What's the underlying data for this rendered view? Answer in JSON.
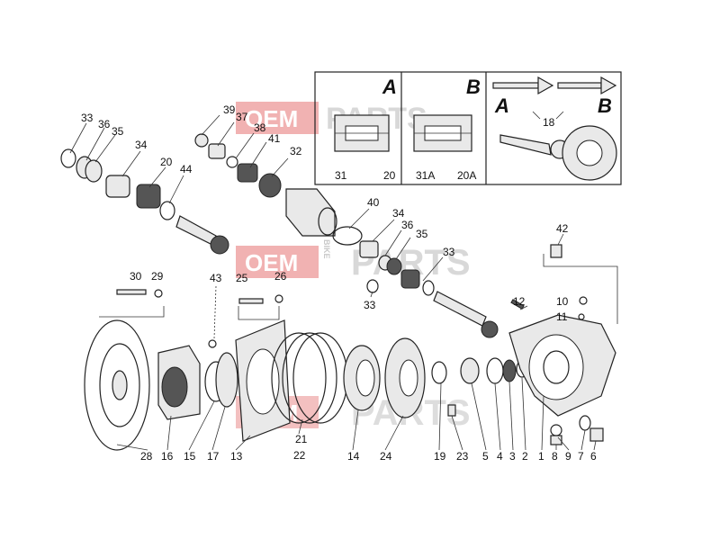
{
  "watermark": {
    "brand_text": "OEM",
    "site_text": "PARTS",
    "side_text": "BIKE",
    "brand_color": "#d9534f"
  },
  "inset": {
    "box_a_letter": "A",
    "box_b_letter": "B",
    "box_c_letter_a": "A",
    "box_c_letter_b": "B",
    "box_a_labels": [
      "31",
      "20"
    ],
    "box_b_labels": [
      "31A",
      "20A"
    ],
    "box_c_label": "18"
  },
  "callouts": [
    {
      "id": "33a",
      "text": "33"
    },
    {
      "id": "36a",
      "text": "36"
    },
    {
      "id": "35a",
      "text": "35"
    },
    {
      "id": "34a",
      "text": "34"
    },
    {
      "id": "20",
      "text": "20"
    },
    {
      "id": "44",
      "text": "44"
    },
    {
      "id": "39",
      "text": "39"
    },
    {
      "id": "37",
      "text": "37"
    },
    {
      "id": "38",
      "text": "38"
    },
    {
      "id": "41",
      "text": "41"
    },
    {
      "id": "32",
      "text": "32"
    },
    {
      "id": "40",
      "text": "40"
    },
    {
      "id": "34b",
      "text": "34"
    },
    {
      "id": "36b",
      "text": "36"
    },
    {
      "id": "35b",
      "text": "35"
    },
    {
      "id": "33b",
      "text": "33"
    },
    {
      "id": "33c",
      "text": "33"
    },
    {
      "id": "42",
      "text": "42"
    },
    {
      "id": "30",
      "text": "30"
    },
    {
      "id": "29",
      "text": "29"
    },
    {
      "id": "43",
      "text": "43"
    },
    {
      "id": "25",
      "text": "25"
    },
    {
      "id": "26",
      "text": "26"
    },
    {
      "id": "12",
      "text": "12"
    },
    {
      "id": "10",
      "text": "10"
    },
    {
      "id": "11",
      "text": "11"
    },
    {
      "id": "28",
      "text": "28"
    },
    {
      "id": "16",
      "text": "16"
    },
    {
      "id": "15",
      "text": "15"
    },
    {
      "id": "17",
      "text": "17"
    },
    {
      "id": "13",
      "text": "13"
    },
    {
      "id": "21",
      "text": "21"
    },
    {
      "id": "22",
      "text": "22"
    },
    {
      "id": "14",
      "text": "14"
    },
    {
      "id": "24",
      "text": "24"
    },
    {
      "id": "19",
      "text": "19"
    },
    {
      "id": "23",
      "text": "23"
    },
    {
      "id": "5",
      "text": "5"
    },
    {
      "id": "4",
      "text": "4"
    },
    {
      "id": "3",
      "text": "3"
    },
    {
      "id": "2",
      "text": "2"
    },
    {
      "id": "1",
      "text": "1"
    },
    {
      "id": "8",
      "text": "8"
    },
    {
      "id": "9",
      "text": "9"
    },
    {
      "id": "7",
      "text": "7"
    },
    {
      "id": "6",
      "text": "6"
    }
  ]
}
